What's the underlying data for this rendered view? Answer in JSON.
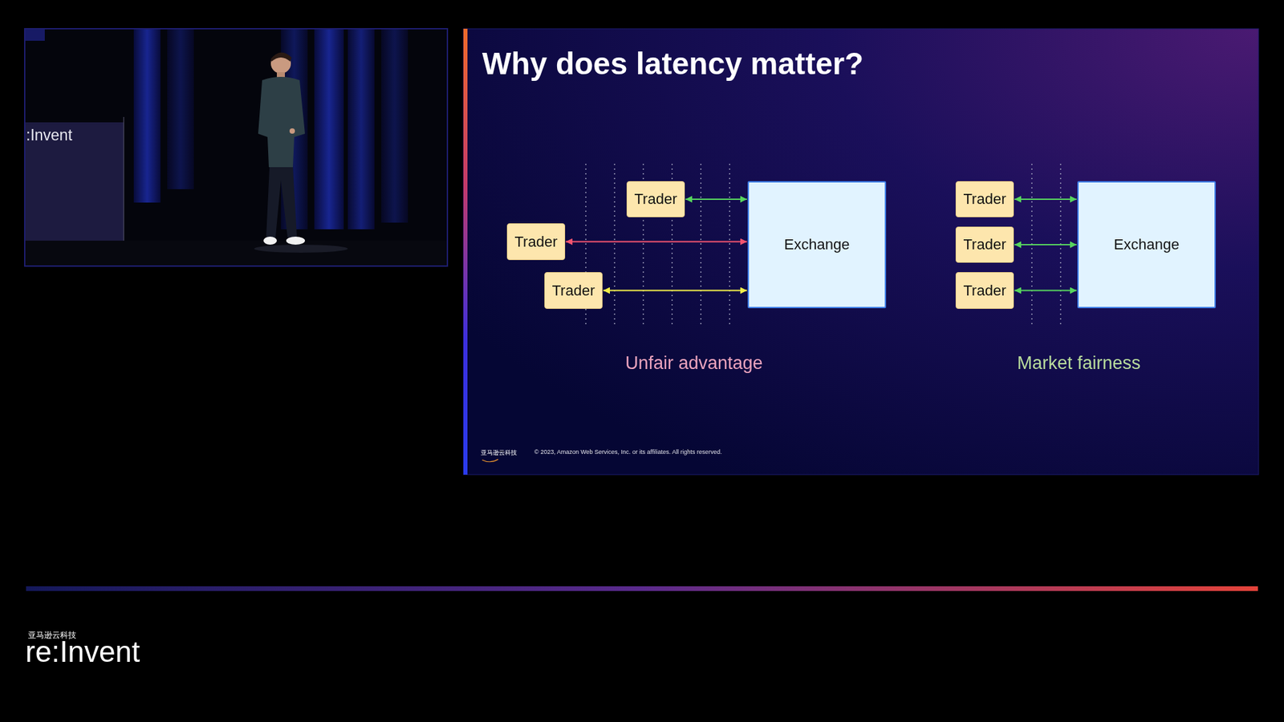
{
  "diagram": {
    "title": "Why does latency matter?",
    "nodes": [
      {
        "text": [
          "Trader"
        ]
      },
      {
        "text": [
          "Trader"
        ]
      },
      {
        "text": [
          "Trader"
        ]
      },
      {
        "text": [
          "Exchange"
        ]
      },
      {
        "text": [
          "Trader"
        ]
      },
      {
        "text": [
          "Trader"
        ]
      },
      {
        "text": [
          "Trader"
        ]
      },
      {
        "text": [
          "Exchange"
        ]
      }
    ],
    "edges": [
      {
        "from": 0,
        "to": 3,
        "arrow": "both"
      },
      {
        "from": 1,
        "to": 3,
        "arrow": "both"
      },
      {
        "from": 2,
        "to": 3,
        "arrow": "both"
      },
      {
        "from": 4,
        "to": 7,
        "arrow": "both"
      },
      {
        "from": 5,
        "to": 7,
        "arrow": "both"
      },
      {
        "from": 6,
        "to": 7,
        "arrow": "both"
      }
    ],
    "labels": [
      "Unfair advantage",
      "Market fairness",
      "亚马逊云科技",
      "© 2023, Amazon Web Services, Inc. or its affiliates. All rights reserved.",
      ":Invent",
      "亚马逊云科技",
      "re:Invent"
    ]
  }
}
